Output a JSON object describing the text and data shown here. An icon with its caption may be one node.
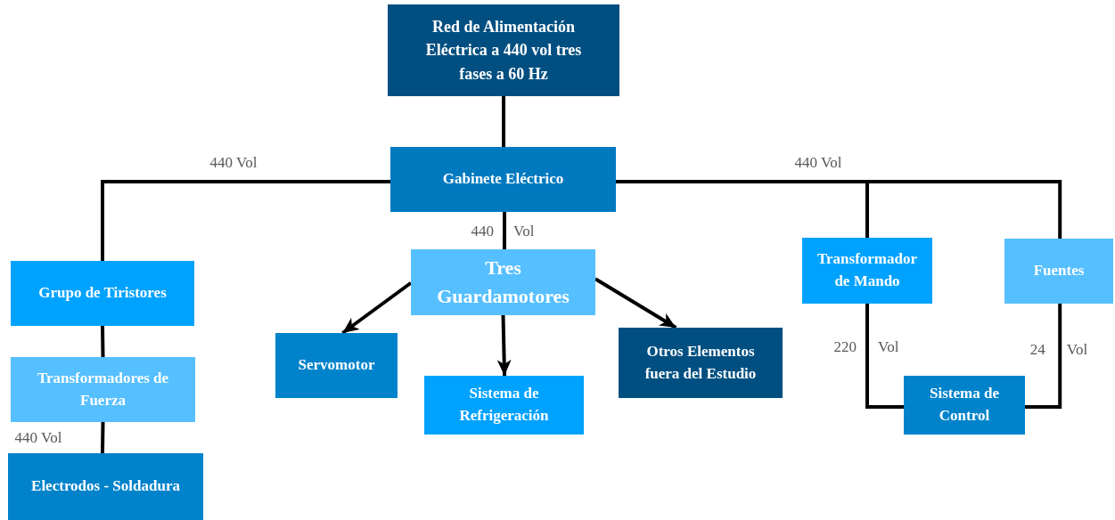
{
  "diagram": {
    "nodes": [
      {
        "text": [
          "Red de Alimentación Eléctrica a 440 vol tres fases a 60 Hz"
        ]
      },
      {
        "text": [
          "Gabinete Eléctrico"
        ]
      },
      {
        "text": [
          "Grupo de Tiristores"
        ]
      },
      {
        "text": [
          "Transformadores de Fuerza"
        ]
      },
      {
        "text": [
          "Electrodos - Soldadura"
        ]
      },
      {
        "text": [
          "Tres Guardamotores"
        ]
      },
      {
        "text": [
          "Servomotor"
        ]
      },
      {
        "text": [
          "Sistema de Refrigeración"
        ]
      },
      {
        "text": [
          "Otros Elementos fuera del Estudio"
        ]
      },
      {
        "text": [
          "Transformador de Mando"
        ]
      },
      {
        "text": [
          "Fuentes"
        ]
      },
      {
        "text": [
          "Sistema de Control"
        ]
      }
    ],
    "edges": [
      {
        "from": 0,
        "to": 1,
        "arrow": "none"
      },
      {
        "from": 1,
        "to": 2,
        "arrow": "none",
        "label": "440 Vol"
      },
      {
        "from": 2,
        "to": 3,
        "arrow": "none"
      },
      {
        "from": 3,
        "to": 4,
        "arrow": "none",
        "label": "440 Vol"
      },
      {
        "from": 1,
        "to": 5,
        "arrow": "none",
        "label": "440 Vol"
      },
      {
        "from": 5,
        "to": 6,
        "arrow": "to"
      },
      {
        "from": 5,
        "to": 7,
        "arrow": "to"
      },
      {
        "from": 5,
        "to": 8,
        "arrow": "to"
      },
      {
        "from": 1,
        "to": 9,
        "arrow": "none",
        "label": "440 Vol"
      },
      {
        "from": 1,
        "to": 10,
        "arrow": "none"
      },
      {
        "from": 9,
        "to": 11,
        "arrow": "none",
        "label": "220 Vol"
      },
      {
        "from": 10,
        "to": 11,
        "arrow": "none",
        "label": "24 Vol"
      }
    ]
  }
}
